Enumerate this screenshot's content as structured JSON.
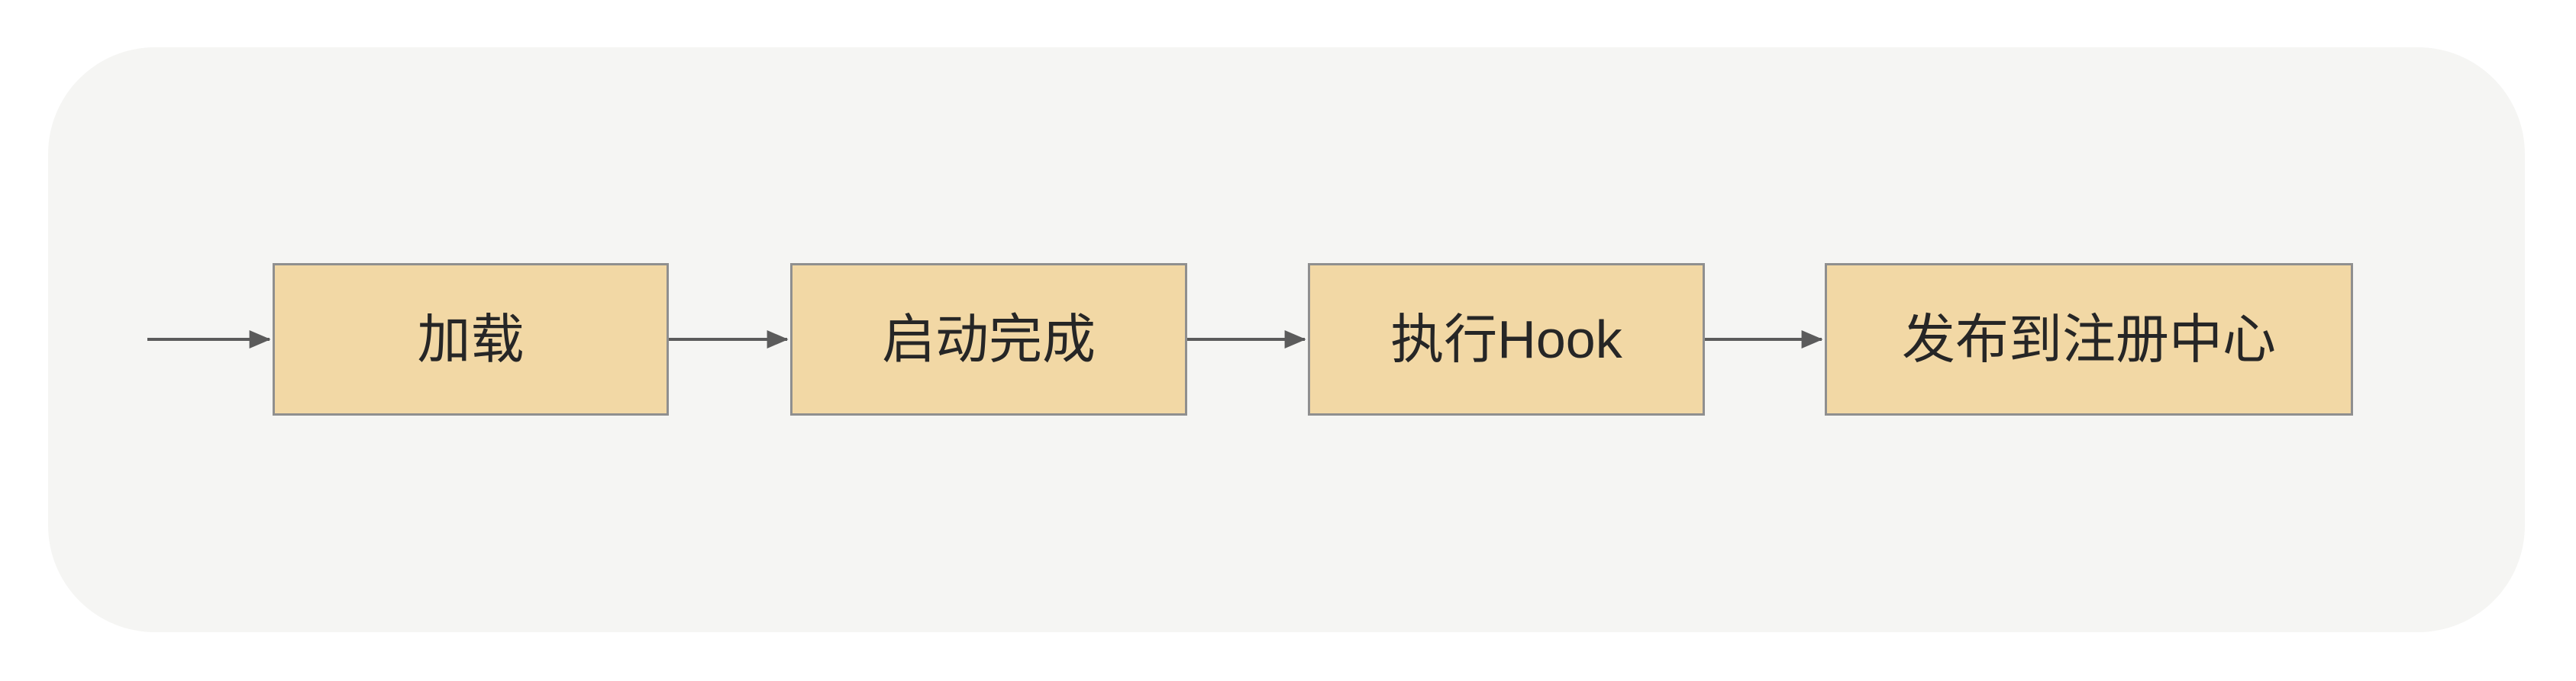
{
  "diagram": {
    "type": "flowchart",
    "direction": "left-to-right",
    "nodes": [
      {
        "id": "load",
        "label": "加载"
      },
      {
        "id": "startup-complete",
        "label": "启动完成"
      },
      {
        "id": "execute-hook",
        "label": "执行Hook"
      },
      {
        "id": "publish-registry",
        "label": "发布到注册中心"
      }
    ],
    "edges": [
      {
        "from": "start",
        "to": "load"
      },
      {
        "from": "load",
        "to": "startup-complete"
      },
      {
        "from": "startup-complete",
        "to": "execute-hook"
      },
      {
        "from": "execute-hook",
        "to": "publish-registry"
      }
    ]
  },
  "colors": {
    "page-bg": "#ffffff",
    "panel-bg": "#f5f5f3",
    "node-fill": "#f2d8a5",
    "node-border": "#8f8f8f",
    "arrow": "#5b5b5b",
    "text": "#262626"
  }
}
